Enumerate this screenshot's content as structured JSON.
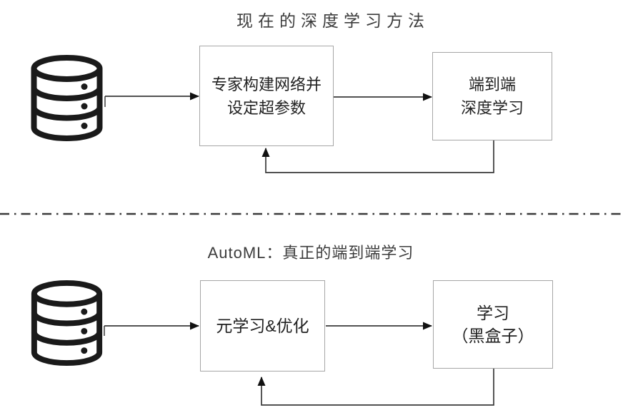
{
  "top": {
    "title": "现在的深度学习方法",
    "expert_box": {
      "line1": "专家构建网络并",
      "line2": "设定超参数"
    },
    "e2e_box": {
      "line1": "端到端",
      "line2": "深度学习"
    }
  },
  "bottom": {
    "title": "AutoML：真正的端到端学习",
    "meta_box": {
      "line1": "元学习&优化"
    },
    "learn_box": {
      "line1": "学习",
      "line2": "（黑盒子）"
    }
  },
  "icons": {
    "top_source": "database-icon",
    "bottom_source": "database-icon"
  },
  "colors": {
    "background": "#ffffff",
    "box_border": "#a6a6a6",
    "connector": "#3a3a3a",
    "arrowhead": "#111111",
    "box_text": "#222222",
    "title_text": "#3c3c3c",
    "icon": "#1a1a1a",
    "divider": "#3a3a3a"
  }
}
